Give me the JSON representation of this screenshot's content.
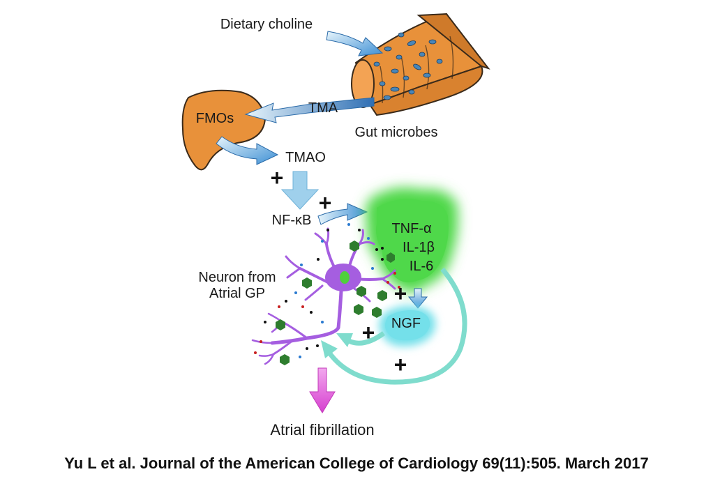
{
  "labels": {
    "dietary_choline": "Dietary choline",
    "gut_microbes": "Gut microbes",
    "fmos": "FMOs",
    "tma": "TMA",
    "tmao": "TMAO",
    "nfkb": "NF-κB",
    "cytokine_tnf": "TNF-α",
    "cytokine_il1": "IL-1β",
    "cytokine_il6": "IL-6",
    "ngf": "NGF",
    "neuron_line1": "Neuron from",
    "neuron_line2": "Atrial GP",
    "outcome": "Atrial fibrillation",
    "plus": "+"
  },
  "citation": "Yu L et al. Journal of the American College of Cardiology 69(11):505. March 2017",
  "colors": {
    "organ_orange": "#e8913a",
    "organ_outline": "#3a2a1a",
    "microbe_blue": "#4a86b8",
    "arrow_blue": "#5aa7e0",
    "arrow_light": "#b6dff5",
    "tmao_arrow": "#9fd0ec",
    "cytokine_green": "#4fd84a",
    "ngf_cyan": "#74e0ea",
    "feedback_teal": "#7fdccd",
    "neuron_purple": "#a55ee0",
    "neuron_nucleus": "#4fcf3c",
    "hexagon_green": "#2e7d2e",
    "outcome_magenta": "#e04fd8"
  }
}
